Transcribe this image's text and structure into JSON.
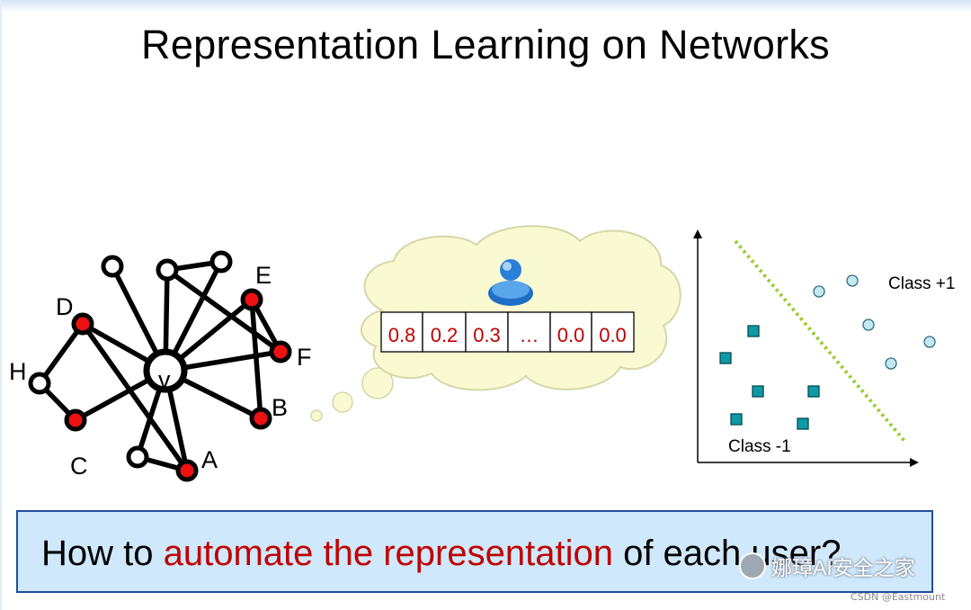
{
  "title": "Representation Learning on Networks",
  "graph": {
    "nodes": [
      {
        "id": "v",
        "label": "v",
        "kind": "center"
      },
      {
        "id": "D",
        "label": "D",
        "kind": "red"
      },
      {
        "id": "E",
        "label": "E",
        "kind": "red"
      },
      {
        "id": "F",
        "label": "F",
        "kind": "red"
      },
      {
        "id": "B",
        "label": "B",
        "kind": "red"
      },
      {
        "id": "A",
        "label": "A",
        "kind": "red"
      },
      {
        "id": "C",
        "label": "C",
        "kind": "red"
      },
      {
        "id": "H",
        "label": "H",
        "kind": "white"
      },
      {
        "id": "n1",
        "label": "",
        "kind": "white"
      },
      {
        "id": "n2",
        "label": "",
        "kind": "white"
      },
      {
        "id": "n3",
        "label": "",
        "kind": "white"
      },
      {
        "id": "n4",
        "label": "",
        "kind": "white"
      }
    ],
    "edges": [
      [
        "n1",
        "v"
      ],
      [
        "n2",
        "v"
      ],
      [
        "n2",
        "n3"
      ],
      [
        "n2",
        "F"
      ],
      [
        "n3",
        "v"
      ],
      [
        "D",
        "v"
      ],
      [
        "D",
        "A"
      ],
      [
        "D",
        "H"
      ],
      [
        "H",
        "C"
      ],
      [
        "C",
        "v"
      ],
      [
        "E",
        "v"
      ],
      [
        "E",
        "F"
      ],
      [
        "E",
        "B"
      ],
      [
        "F",
        "v"
      ],
      [
        "v",
        "B"
      ],
      [
        "v",
        "A"
      ],
      [
        "n4",
        "v"
      ],
      [
        "n4",
        "A"
      ]
    ]
  },
  "embedding": {
    "vector": [
      "0.8",
      "0.2",
      "0.3",
      "…",
      "0.0",
      "0.0"
    ],
    "user_icon": "user-icon",
    "cloud_color": "#fafad2"
  },
  "scatter": {
    "class_pos_label": "Class +1",
    "class_neg_label": "Class -1",
    "class_pos_marker": "circle",
    "class_neg_marker": "square",
    "marker_color": "#0e9aa5",
    "separator_color": "#99cc33"
  },
  "question": {
    "part1": "How to ",
    "highlight": "automate the representation",
    "part2": " of each user?"
  },
  "watermark": "娜璋AI安全之家",
  "credit": "CSDN @Eastmount",
  "colors": {
    "accent_red": "#c00000",
    "node_red": "#ee1111",
    "box_fill": "#cfe8fb",
    "box_border": "#1f4e9c"
  }
}
